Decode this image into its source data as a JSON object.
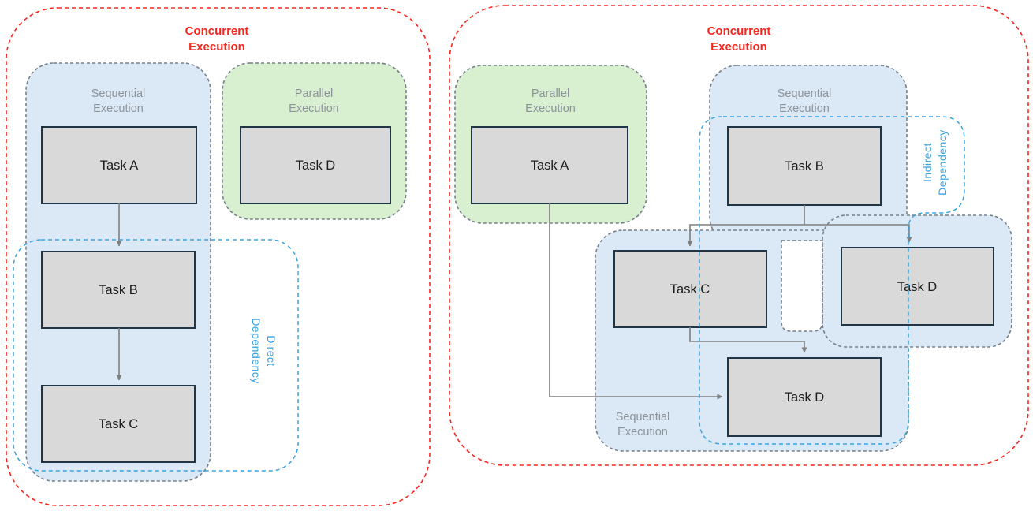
{
  "diagram_title": "Concurrent Execution diagram",
  "colors": {
    "concurrent_border_red": "#f8271e",
    "region_fill_blue": "#dbe9f6",
    "region_fill_green": "#d8efd0",
    "region_border_gray": "#75808a",
    "task_fill_gray": "#d9d9d9",
    "task_border_navy": "#203647",
    "dependency_blue": "#3aa3e0",
    "label_gray": "#8c939b",
    "arrow_gray": "#7f7f7f",
    "background": "#ffffff"
  },
  "left": {
    "title1": "Concurrent",
    "title2": "Execution",
    "seq1": "Sequential",
    "seq2": "Execution",
    "par1": "Parallel",
    "par2": "Execution",
    "dep1": "Direct",
    "dep2": "Dependency",
    "task_a": "Task A",
    "task_b": "Task B",
    "task_c": "Task C",
    "task_d": "Task D"
  },
  "right": {
    "title1": "Concurrent",
    "title2": "Execution",
    "par1": "Parallel",
    "par2": "Execution",
    "seq_top1": "Sequential",
    "seq_top2": "Execution",
    "seq_bottom1": "Sequential",
    "seq_bottom2": "Execution",
    "dep1": "Indirect",
    "dep2": "Dependency",
    "task_a": "Task A",
    "task_b": "Task B",
    "task_c": "Task C",
    "task_d_upper": "Task D",
    "task_d_lower": "Task D"
  }
}
